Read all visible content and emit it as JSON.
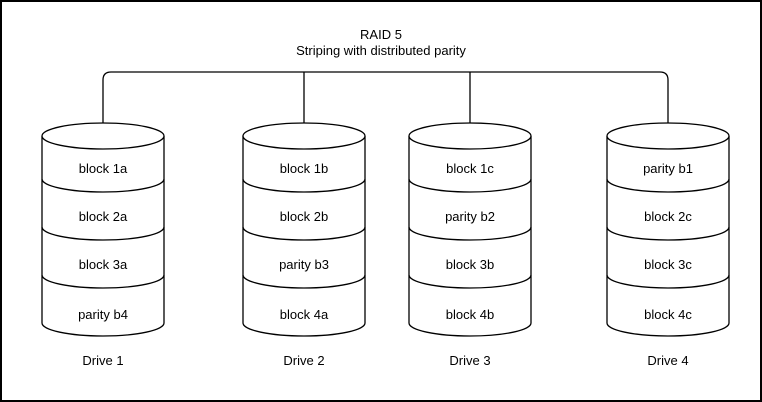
{
  "title": "RAID 5",
  "subtitle": "Striping with distributed parity",
  "colors": {
    "stroke": "#000000",
    "background": "#ffffff"
  },
  "drives": [
    {
      "label": "Drive 1",
      "blocks": [
        "block 1a",
        "block 2a",
        "block 3a",
        "parity b4"
      ]
    },
    {
      "label": "Drive 2",
      "blocks": [
        "block 1b",
        "block 2b",
        "parity b3",
        "block 4a"
      ]
    },
    {
      "label": "Drive 3",
      "blocks": [
        "block 1c",
        "parity b2",
        "block 3b",
        "block 4b"
      ]
    },
    {
      "label": "Drive 4",
      "blocks": [
        "parity b1",
        "block 2c",
        "block 3c",
        "block 4c"
      ]
    }
  ]
}
